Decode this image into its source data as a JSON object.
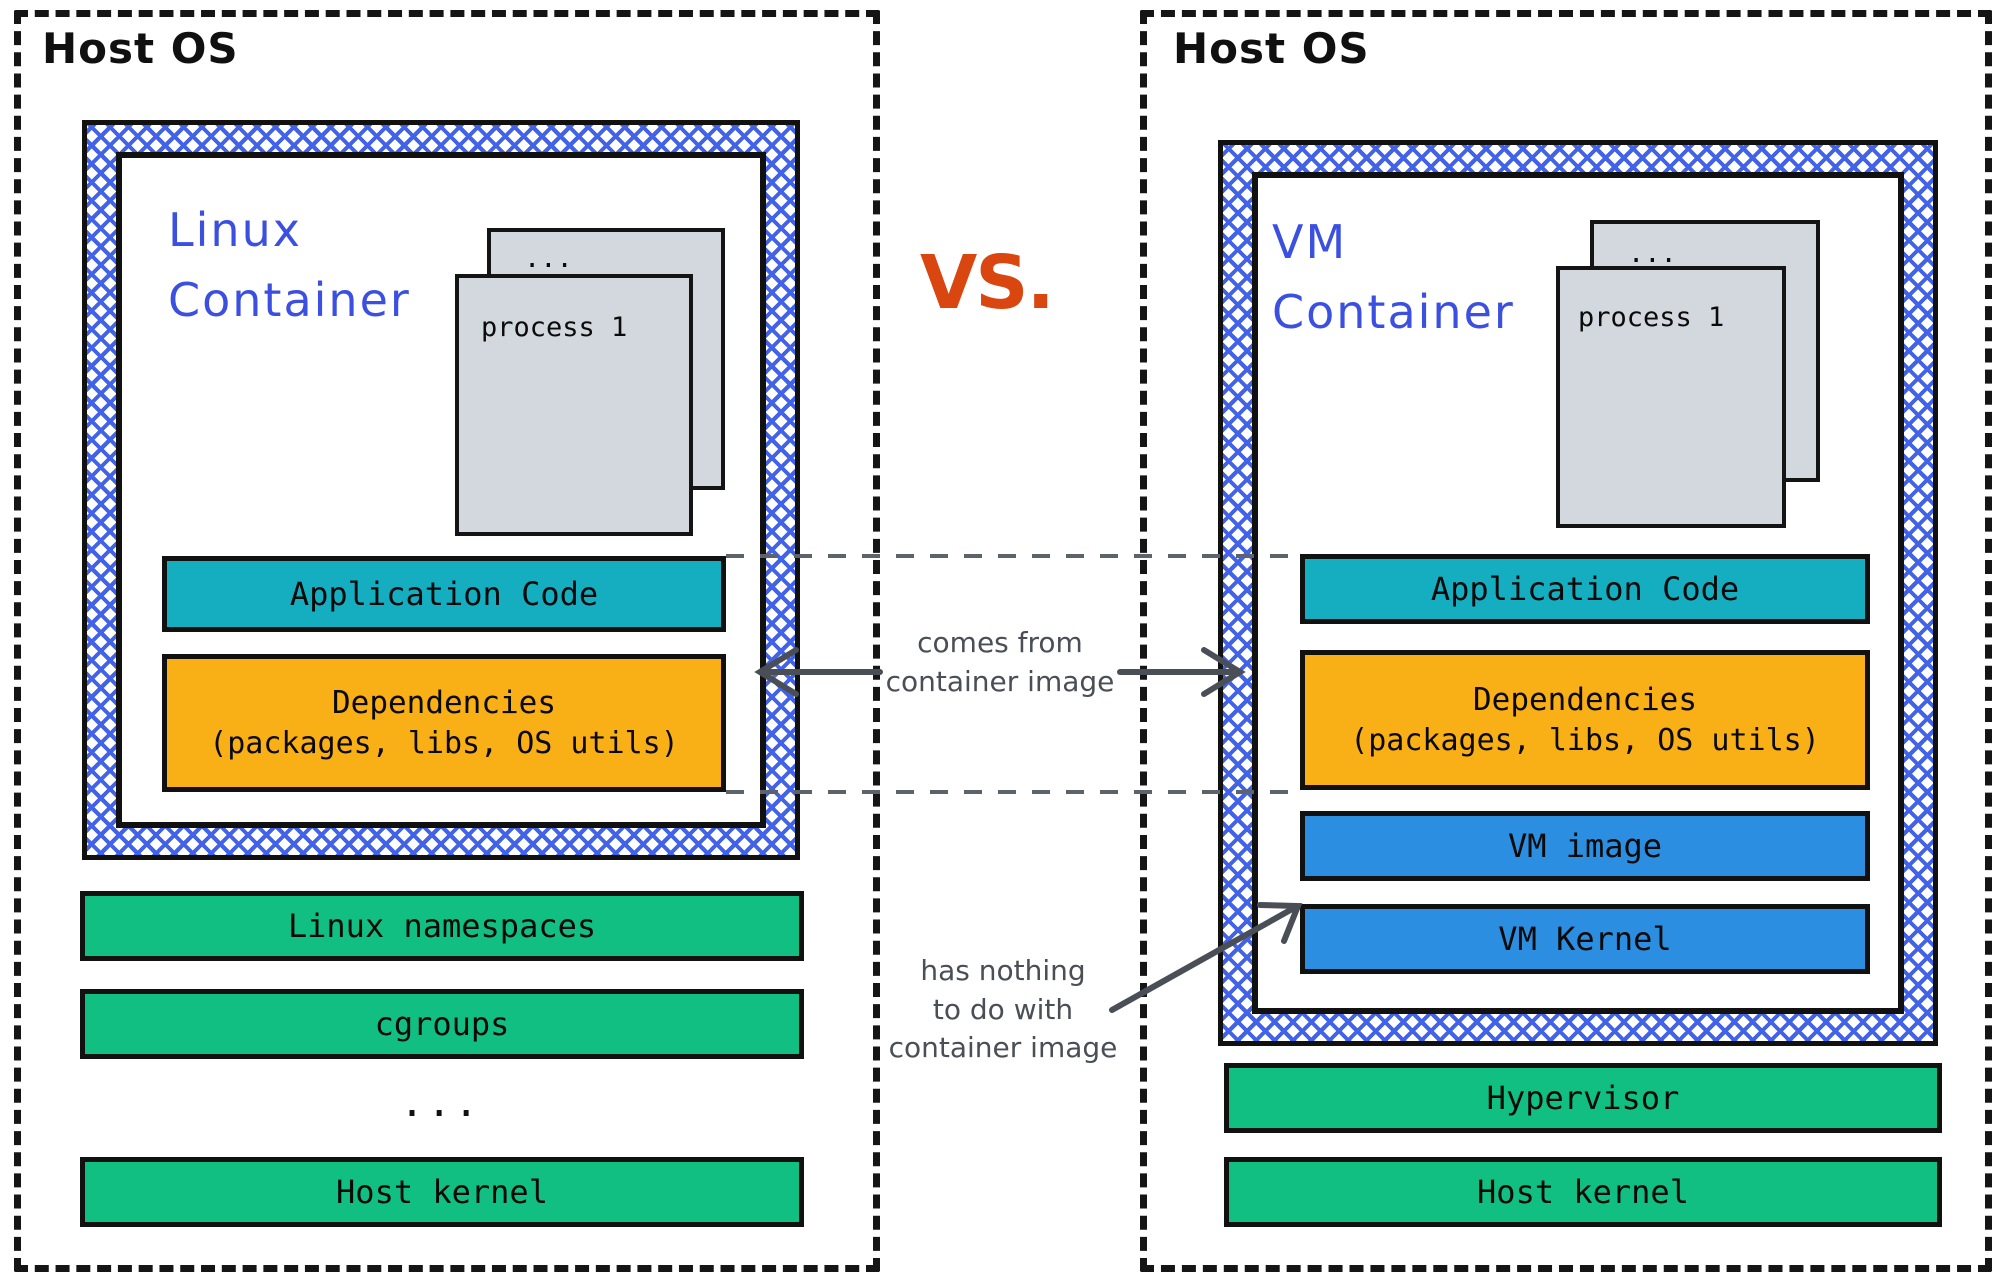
{
  "left": {
    "host_title": "Host OS",
    "container_title": "Linux\nContainer",
    "process_front": "process 1",
    "process_back": "...",
    "stack": [
      {
        "label": "Application Code",
        "color": "#15aec1"
      },
      {
        "label": "Dependencies",
        "sub": "(packages, libs, OS utils)",
        "color": "#f9af16"
      }
    ],
    "host_stack": [
      {
        "label": "Linux namespaces",
        "color": "#12bf82"
      },
      {
        "label": "cgroups",
        "color": "#12bf82"
      },
      {
        "label": "Host kernel",
        "color": "#12bf82"
      }
    ],
    "ellipsis": "..."
  },
  "right": {
    "host_title": "Host OS",
    "container_title": "VM\nContainer",
    "process_front": "process 1",
    "process_back": "...",
    "stack": [
      {
        "label": "Application Code",
        "color": "#15aec1"
      },
      {
        "label": "Dependencies",
        "sub": "(packages, libs, OS utils)",
        "color": "#f9af16"
      },
      {
        "label": "VM image",
        "color": "#2b8ee0"
      },
      {
        "label": "VM Kernel",
        "color": "#2b8ee0"
      }
    ],
    "host_stack": [
      {
        "label": "Hypervisor",
        "color": "#12bf82"
      },
      {
        "label": "Host kernel",
        "color": "#12bf82"
      }
    ]
  },
  "center": {
    "vs_label": "VS.",
    "comes_from_note": "comes from\ncontainer image",
    "nothing_to_do_note": "has nothing\nto do with\ncontainer image"
  },
  "colors": {
    "hatch_blue": "#4263e8",
    "handwriting_blue": "#3b50e0",
    "vs_orange": "#d9460f",
    "teal": "#15aec1",
    "orange": "#f9af16",
    "blue": "#2b8ee0",
    "green": "#12bf82",
    "process_gray": "#d3d8de",
    "annotation_gray": "#4a4f57",
    "outline": "#111111"
  }
}
